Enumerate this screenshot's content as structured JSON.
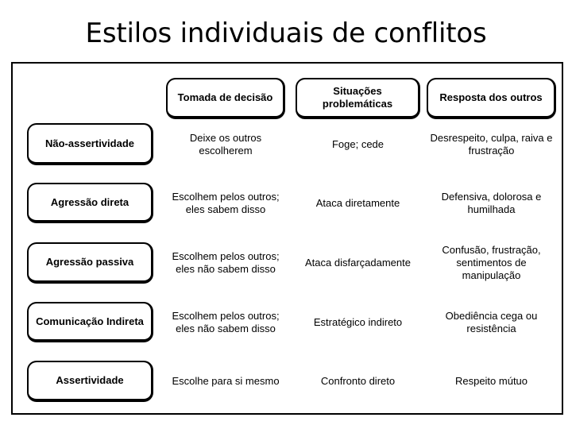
{
  "slide": {
    "title": "Estilos individuais de conflitos"
  },
  "matrix": {
    "column_headers": [
      "Tomada de decisão",
      "Situações problemáticas",
      "Resposta dos outros"
    ],
    "row_headers": [
      "Não-assertividade",
      "Agressão direta",
      "Agressão passiva",
      "Comunicação Indireta",
      "Assertividade"
    ],
    "rows": [
      [
        "Deixe os outros escolherem",
        "Foge; cede",
        "Desrespeito, culpa, raiva e frustração"
      ],
      [
        "Escolhem pelos outros; eles sabem disso",
        "Ataca diretamente",
        "Defensiva, dolorosa e humilhada"
      ],
      [
        "Escolhem pelos outros; eles não sabem disso",
        "Ataca disfarçadamente",
        "Confusão, frustração, sentimentos de manipulação"
      ],
      [
        "Escolhem pelos outros; eles não sabem disso",
        "Estratégico indireto",
        "Obediência cega ou resistência"
      ],
      [
        "Escolhe para si mesmo",
        "Confronto direto",
        "Respeito mútuo"
      ]
    ]
  },
  "colors": {
    "background": "#ffffff",
    "border": "#000000",
    "text": "#000000"
  }
}
